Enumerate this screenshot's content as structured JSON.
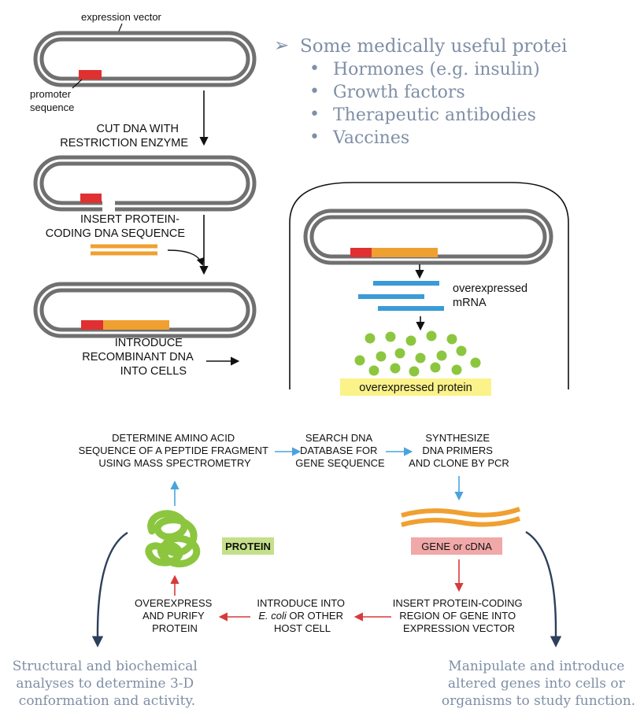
{
  "top_left": {
    "vector_label": "expression vector",
    "promoter_label": [
      "promoter",
      "sequence"
    ],
    "step_cut": [
      "CUT DNA WITH",
      "RESTRICTION ENZYME"
    ],
    "step_insert": [
      "INSERT PROTEIN-",
      "CODING DNA SEQUENCE"
    ],
    "step_introduce": [
      "INTRODUCE",
      "RECOMBINANT DNA",
      "INTO CELLS"
    ]
  },
  "bullets": {
    "arrow_glyph": "➢",
    "heading": "Some medically useful protei",
    "dot_glyph": "•",
    "items": [
      "Hormones (e.g. insulin)",
      "Growth factors",
      "Therapeutic antibodies",
      "Vaccines"
    ]
  },
  "cell": {
    "mrna_label": [
      "overexpressed",
      "mRNA"
    ],
    "protein_label": "overexpressed protein"
  },
  "cycle": {
    "determine": [
      "DETERMINE AMINO ACID",
      "SEQUENCE OF A PEPTIDE FRAGMENT",
      "USING MASS SPECTROMETRY"
    ],
    "search": [
      "SEARCH DNA",
      "DATABASE FOR",
      "GENE SEQUENCE"
    ],
    "synthesize": [
      "SYNTHESIZE",
      "DNA PRIMERS",
      "AND CLONE BY PCR"
    ],
    "protein_tag": "PROTEIN",
    "gene_tag": "GENE or cDNA",
    "overexpress": [
      "OVEREXPRESS",
      "AND PURIFY",
      "PROTEIN"
    ],
    "introduce_into": [
      "INTRODUCE INTO",
      "E. coli",
      " OR OTHER",
      "HOST CELL"
    ],
    "insert_region": [
      "INSERT PROTEIN-CODING",
      "REGION OF GENE INTO",
      "EXPRESSION VECTOR"
    ]
  },
  "notes": {
    "left": [
      "Structural and biochemical",
      "analyses to determine 3-D",
      "conformation and activity."
    ],
    "right": [
      "Manipulate and introduce",
      "altered genes into cells or",
      "organisms to study function."
    ]
  },
  "colors": {
    "promoter": "#e03030",
    "insert": "#f0a030",
    "mrna": "#3a9bd6",
    "protein": "#8cc63f",
    "vector": "#707070",
    "protein_tag_bg": "#c5e08a",
    "gene_tag_bg": "#f0a8a8",
    "label_bg": "#fbf28a",
    "arrow_blue": "#4aa3df",
    "arrow_red": "#d73a3a",
    "arrow_navy": "#2e3f5c",
    "note_text": "#7f8fa6"
  }
}
